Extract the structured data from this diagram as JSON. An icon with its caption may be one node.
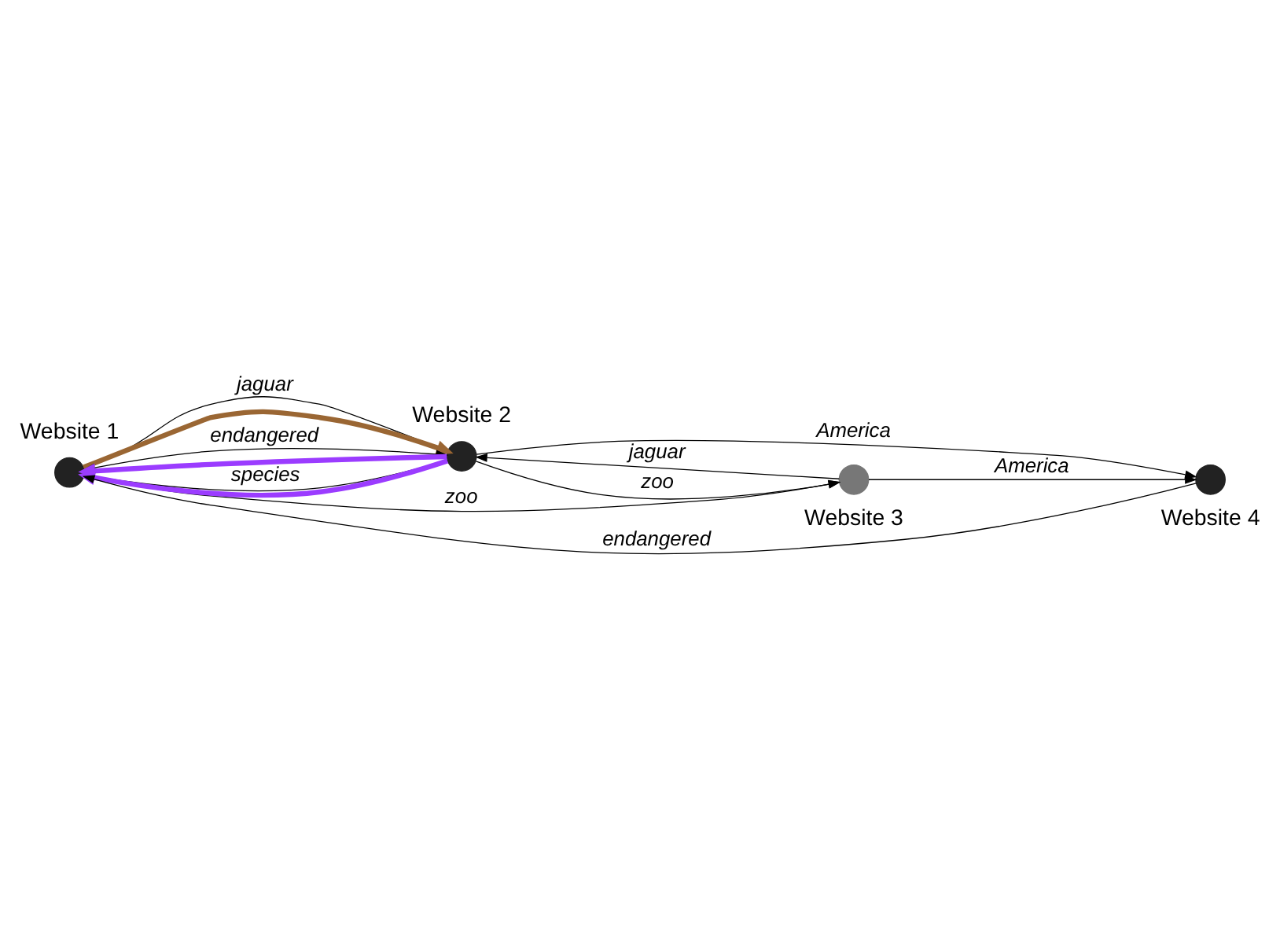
{
  "diagram": {
    "nodes": [
      {
        "text": [],
        "shape": "circle",
        "beside": [
          "Website 1"
        ]
      },
      {
        "text": [],
        "shape": "circle",
        "beside": [
          "Website 2"
        ]
      },
      {
        "text": [],
        "shape": "circle",
        "beside": [
          "Website 3"
        ]
      },
      {
        "text": [],
        "shape": "circle",
        "beside": [
          "Website 4"
        ]
      }
    ],
    "edges": [
      {
        "from": 0,
        "to": 1,
        "arrow": "to",
        "label": "jaguar"
      },
      {
        "from": 0,
        "to": 1,
        "arrow": "to",
        "style": "thick",
        "color": "#9a6633"
      },
      {
        "from": 0,
        "to": 1,
        "arrow": "both",
        "label": "endangered"
      },
      {
        "from": 1,
        "to": 0,
        "arrow": "to",
        "style": "thick",
        "color": "#9b3cff"
      },
      {
        "from": 1,
        "to": 0,
        "arrow": "to",
        "label": "species"
      },
      {
        "from": 1,
        "to": 0,
        "arrow": "to",
        "style": "thick",
        "color": "#9b3cff"
      },
      {
        "from": 0,
        "to": 2,
        "arrow": "to",
        "label": "zoo"
      },
      {
        "from": 3,
        "to": 0,
        "arrow": "to",
        "label": "endangered"
      },
      {
        "from": 2,
        "to": 1,
        "arrow": "to",
        "label": "jaguar"
      },
      {
        "from": 1,
        "to": 2,
        "arrow": "to",
        "label": "zoo"
      },
      {
        "from": 1,
        "to": 3,
        "arrow": "to",
        "label": "America"
      },
      {
        "from": 2,
        "to": 3,
        "arrow": "to",
        "label": "America"
      }
    ]
  }
}
